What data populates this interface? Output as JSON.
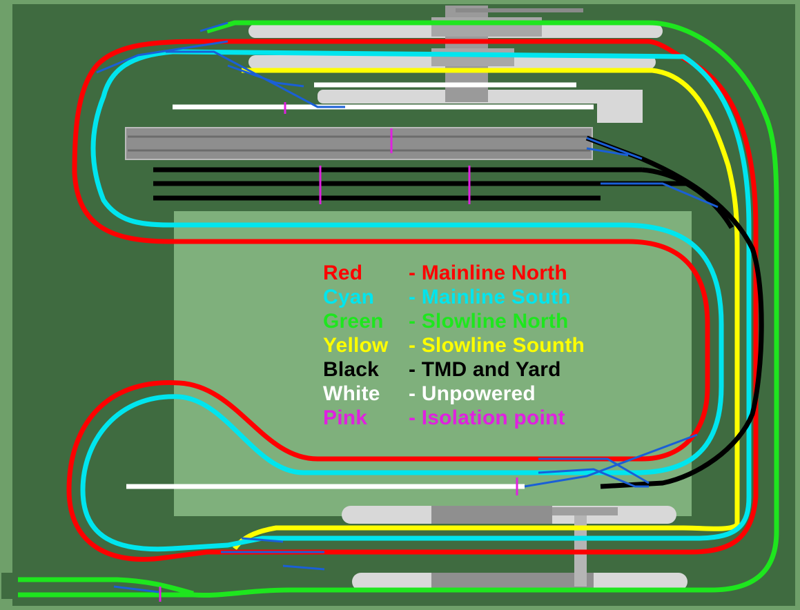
{
  "legend": [
    {
      "name": "Red",
      "desc": "- Mainline North",
      "name_color": "#ff0000",
      "desc_color": "#ff0000"
    },
    {
      "name": "Cyan",
      "desc": "- Mainline South",
      "name_color": "#00e5ee",
      "desc_color": "#00e5ee"
    },
    {
      "name": "Green",
      "desc": "- Slowline North",
      "name_color": "#1ee61e",
      "desc_color": "#1ee61e"
    },
    {
      "name": "Yellow",
      "desc": "- Slowline Sounth",
      "name_color": "#ffff00",
      "desc_color": "#ffff00"
    },
    {
      "name": "Black",
      "desc": "- TMD and Yard",
      "name_color": "#000000",
      "desc_color": "#000000"
    },
    {
      "name": "White",
      "desc": "- Unpowered",
      "name_color": "#ffffff",
      "desc_color": "#ffffff"
    },
    {
      "name": "Pink",
      "desc": "- Isolation point",
      "name_color": "#e020e0",
      "desc_color": "#e020e0"
    }
  ],
  "colors": {
    "background_frame": "#6fa06a",
    "baseboard": "#3f6b40",
    "inner_board": "#7fb07c",
    "mainline_north": "#ff0000",
    "mainline_south": "#00e5ee",
    "slowline_north": "#1ee61e",
    "slowline_south": "#ffff00",
    "tmd_yard": "#000000",
    "unpowered": "#ffffff",
    "isolation": "#e020e0",
    "points": "#1a5fd6",
    "platform": "#d8d8d8",
    "structure": "#9a9a9a"
  }
}
